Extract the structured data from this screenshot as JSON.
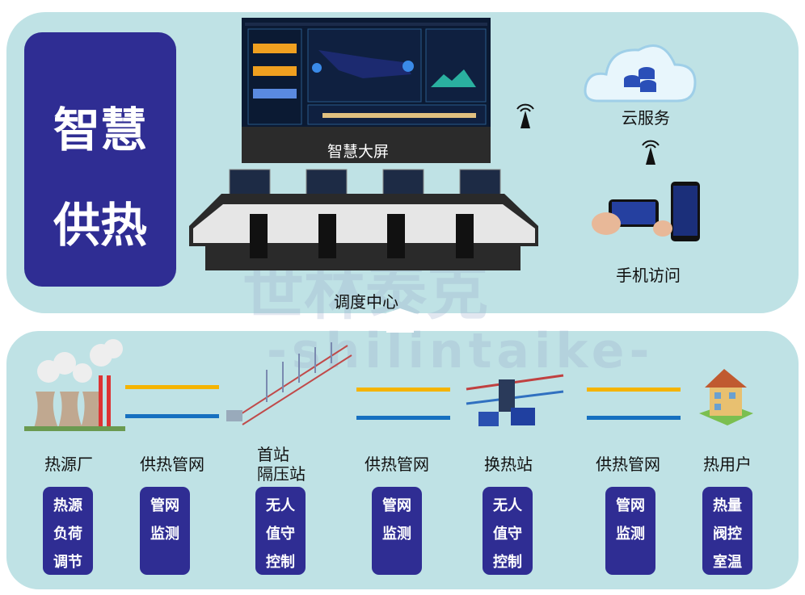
{
  "title": {
    "line1": "智慧",
    "line2": "供热"
  },
  "top": {
    "big_screen_label": "智慧大屏",
    "dispatch_center_label": "调度中心",
    "cloud_label": "云服务",
    "mobile_label": "手机访问"
  },
  "watermark": {
    "cn": "世林泰克",
    "en": "-shilintaike-"
  },
  "colors": {
    "panel": "#bfe2e5",
    "accent": "#2f2d93",
    "line_orange": "#f5b400",
    "line_blue": "#1670c0"
  },
  "stages": [
    {
      "name": "热源厂",
      "functions": [
        "热源",
        "负荷",
        "调节"
      ]
    },
    {
      "name": "供热管网",
      "functions": [
        "管网",
        "监测"
      ]
    },
    {
      "name": "首站\n隔压站",
      "name_lines": [
        "首站",
        "隔压站"
      ],
      "functions": [
        "无人",
        "值守",
        "控制"
      ]
    },
    {
      "name": "供热管网",
      "functions": [
        "管网",
        "监测"
      ]
    },
    {
      "name": "换热站",
      "functions": [
        "无人",
        "值守",
        "控制"
      ]
    },
    {
      "name": "供热管网",
      "functions": [
        "管网",
        "监测"
      ]
    },
    {
      "name": "热用户",
      "functions": [
        "热量",
        "阀控",
        "室温"
      ]
    }
  ]
}
